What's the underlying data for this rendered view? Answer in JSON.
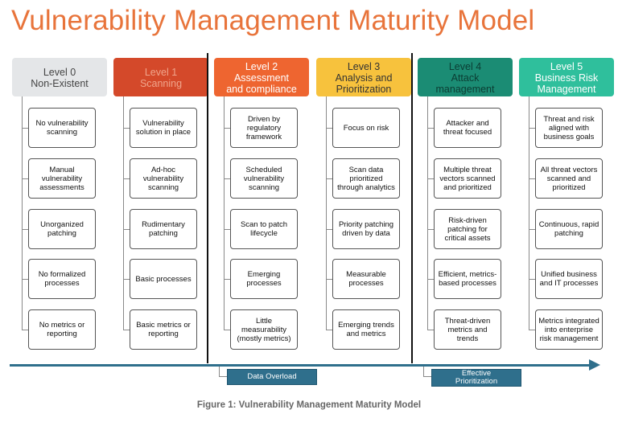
{
  "title": "Vulnerability Management Maturity Model",
  "caption": "Figure 1: Vulnerability Management Maturity Model",
  "levels": [
    {
      "line1": "Level 0",
      "line2": "Non-Existent",
      "line3": "",
      "bg": "#e4e6e8",
      "fg": "#444444",
      "items": [
        "No vulnerability scanning",
        "Manual vulnerability assessments",
        "Unorganized patching",
        "No formalized processes",
        "No metrics or reporting"
      ]
    },
    {
      "line1": "Level 1",
      "line2": "Scanning",
      "line3": "",
      "bg": "#d4492a",
      "fg": "#f0a58c",
      "items": [
        "Vulnerability solution in place",
        "Ad-hoc vulnerability scanning",
        "Rudimentary patching",
        "Basic processes",
        "Basic metrics or reporting"
      ]
    },
    {
      "line1": "Level 2",
      "line2": "Assessment",
      "line3": "and compliance",
      "bg": "#ee6530",
      "fg": "#ffffff",
      "items": [
        "Driven by regulatory framework",
        "Scheduled vulnerability scanning",
        "Scan to patch lifecycle",
        "Emerging processes",
        "Little measurability (mostly metrics)"
      ]
    },
    {
      "line1": "Level 3",
      "line2": "Analysis and",
      "line3": "Prioritization",
      "bg": "#f7c23d",
      "fg": "#333333",
      "items": [
        "Focus on risk",
        "Scan data prioritized through analytics",
        "Priority patching driven by data",
        "Measurable processes",
        "Emerging trends and metrics"
      ]
    },
    {
      "line1": "Level 4",
      "line2": "Attack",
      "line3": "management",
      "bg": "#1b8c74",
      "fg": "#0b3d33",
      "items": [
        "Attacker and threat focused",
        "Multiple threat vectors scanned and prioritized",
        "Risk-driven patching for critical assets",
        "Efficient, metrics-based processes",
        "Threat-driven metrics and trends"
      ]
    },
    {
      "line1": "Level 5",
      "line2": "Business Risk",
      "line3": "Management",
      "bg": "#2fbf9c",
      "fg": "#ffffff",
      "items": [
        "Threat and risk aligned with business goals",
        "All threat vectors scanned and prioritized",
        "Continuous, rapid patching",
        "Unified business and IT processes",
        "Metrics integrated into enterprise risk management"
      ]
    }
  ],
  "badges": {
    "data_overload": "Data Overload",
    "effective_line1": "Effective",
    "effective_line2": "Prioritization"
  },
  "colors": {
    "title": "#e8743b",
    "timeline": "#2f6f8c"
  }
}
